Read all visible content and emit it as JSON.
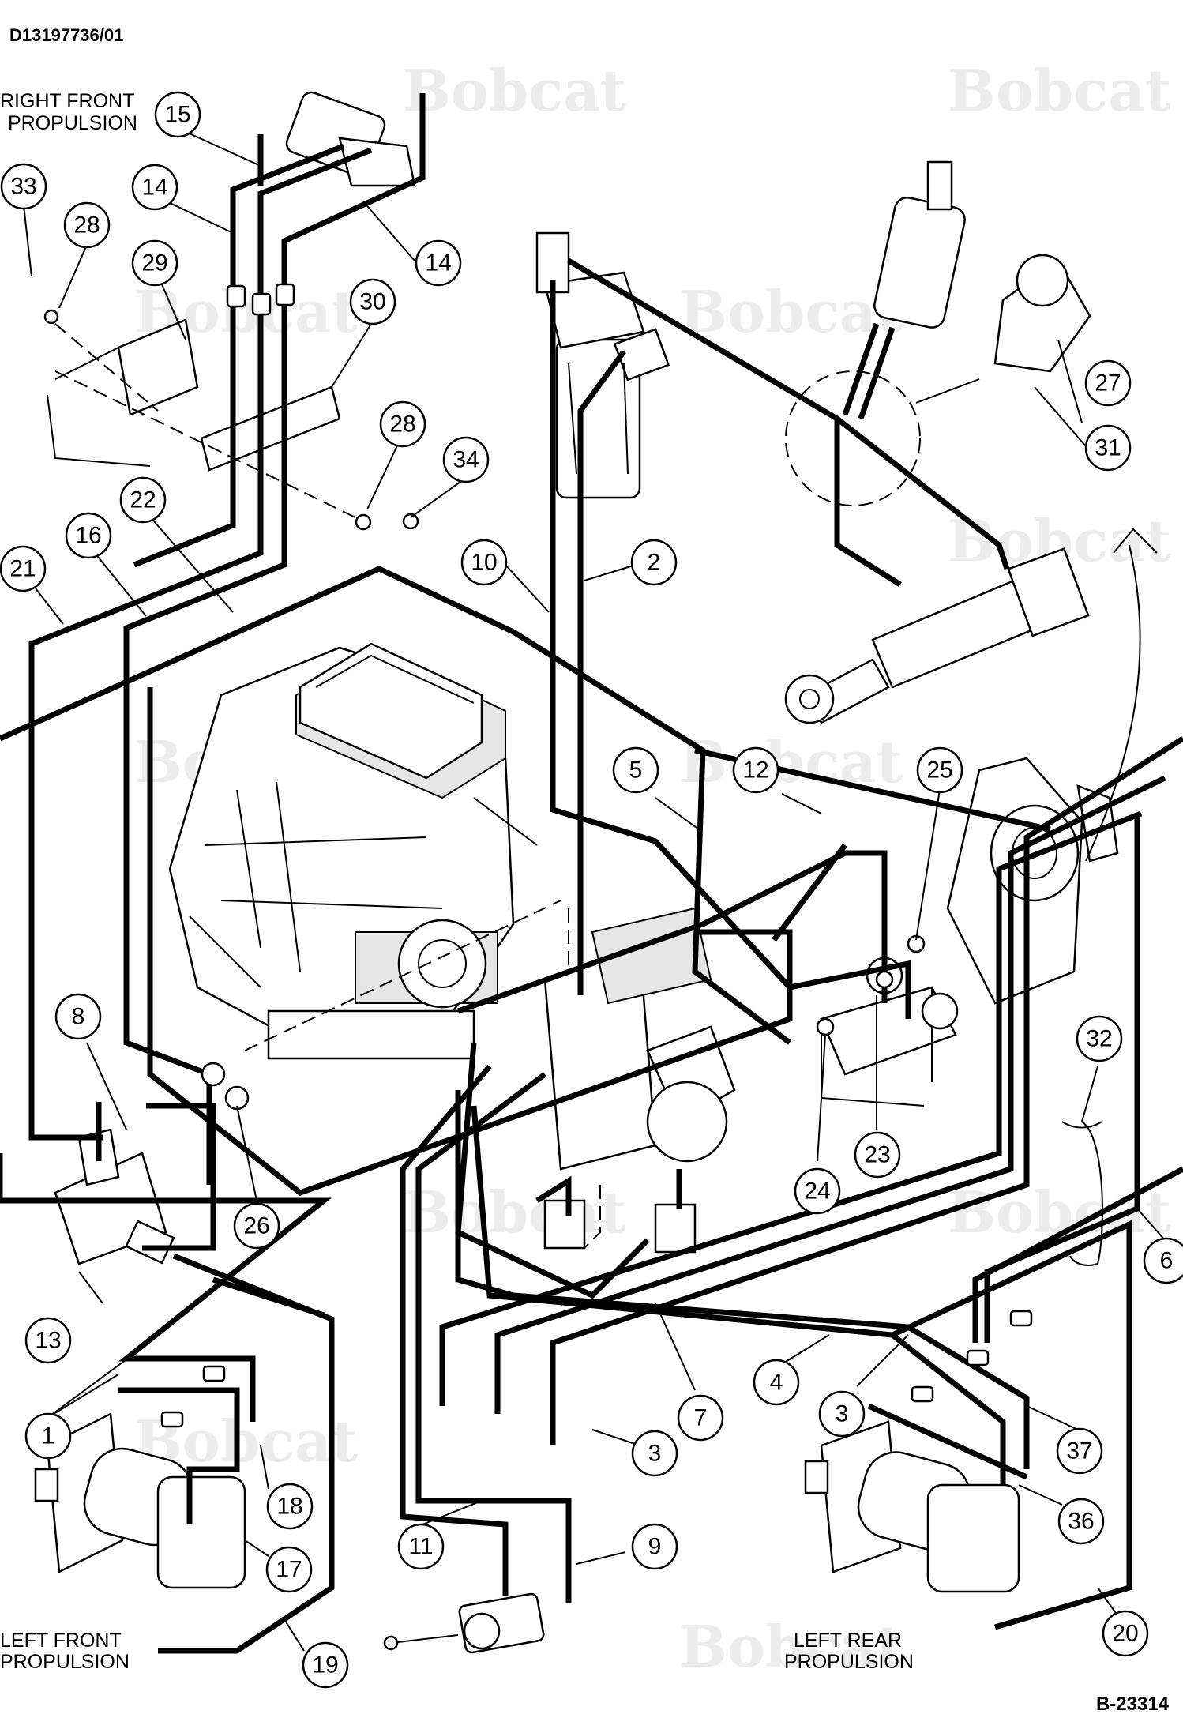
{
  "document_id": "D13197736/01",
  "figure_id": "B-23314",
  "watermark": "Bobcat",
  "labels": {
    "right_front": [
      "RIGHT FRONT",
      "PROPULSION"
    ],
    "left_front": [
      "LEFT FRONT",
      "PROPULSION"
    ],
    "left_rear": [
      "LEFT REAR",
      "PROPULSION"
    ]
  },
  "callouts": [
    "15",
    "33",
    "14",
    "28",
    "29",
    "14",
    "30",
    "28",
    "34",
    "22",
    "16",
    "21",
    "10",
    "2",
    "27",
    "31",
    "5",
    "12",
    "25",
    "8",
    "26",
    "24",
    "23",
    "32",
    "13",
    "6",
    "7",
    "4",
    "3",
    "1",
    "37",
    "18",
    "3",
    "36",
    "17",
    "11",
    "9",
    "20",
    "19"
  ]
}
